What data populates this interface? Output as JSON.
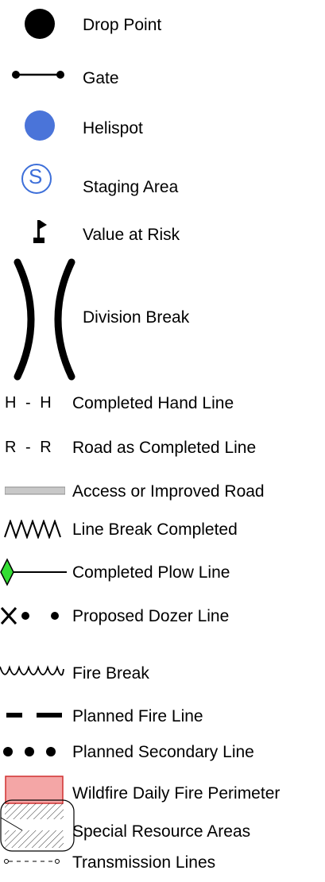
{
  "legend": {
    "items": [
      {
        "id": "drop-point",
        "label": "Drop Point",
        "icon": "black-dot-icon"
      },
      {
        "id": "gate",
        "label": "Gate",
        "icon": "gate-line-icon"
      },
      {
        "id": "helispot",
        "label": "Helispot",
        "icon": "blue-dot-icon",
        "color": "#4a74d9"
      },
      {
        "id": "staging-area",
        "label": "Staging Area",
        "icon": "circled-s-icon",
        "color": "#3d6fd9",
        "symbol_text": "S"
      },
      {
        "id": "value-at-risk",
        "label": "Value at Risk",
        "icon": "flag-icon"
      },
      {
        "id": "division-break",
        "label": "Division Break",
        "icon": "parentheses-icon"
      },
      {
        "id": "completed-hand-line",
        "label": "Completed Hand Line",
        "icon": "h-dash-h-icon",
        "symbol_text": "H - H"
      },
      {
        "id": "road-completed-line",
        "label": "Road as Completed Line",
        "icon": "r-dash-r-icon",
        "symbol_text": "R - R"
      },
      {
        "id": "access-road",
        "label": "Access or Improved Road",
        "icon": "double-line-icon",
        "color": "#c8c8c8"
      },
      {
        "id": "line-break-completed",
        "label": "Line Break Completed",
        "icon": "zigzag-icon"
      },
      {
        "id": "completed-plow-line",
        "label": "Completed Plow Line",
        "icon": "green-diamond-line-icon",
        "color": "#33dd33"
      },
      {
        "id": "proposed-dozer-line",
        "label": "Proposed Dozer Line",
        "icon": "x-dot-icon"
      },
      {
        "id": "fire-break",
        "label": "Fire Break",
        "icon": "scallop-line-icon"
      },
      {
        "id": "planned-fire-line",
        "label": "Planned Fire Line",
        "icon": "dash-line-icon"
      },
      {
        "id": "planned-secondary-line",
        "label": "Planned Secondary Line",
        "icon": "dotted-line-icon"
      },
      {
        "id": "wildfire-daily-perimeter",
        "label": "Wildfire Daily Fire Perimeter",
        "icon": "red-rect-icon",
        "color": "#f4a6a6"
      },
      {
        "id": "special-resource-areas",
        "label": "Special Resource Areas",
        "icon": "hatched-area-icon"
      },
      {
        "id": "transmission-lines",
        "label": "Transmission Lines",
        "icon": "transmission-line-icon"
      }
    ]
  }
}
